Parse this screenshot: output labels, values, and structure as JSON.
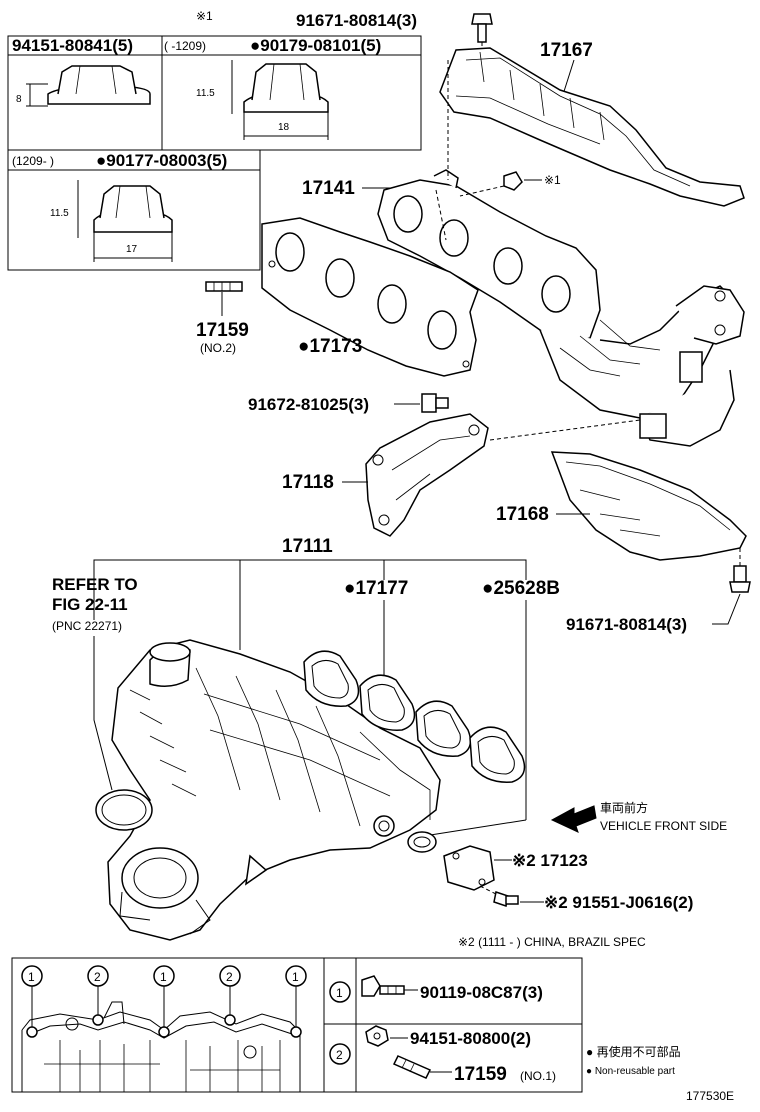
{
  "labels": {
    "bolt_top": "91671-80814(3)",
    "ref1": "※1",
    "heat_insulator_upper": "17167",
    "nut_box1_title": "94151-80841(5)",
    "nut_box2_range": "(      -1209)",
    "nut_box2_part": "●90179-08101(5)",
    "nut_box3_range": "(1209-        )",
    "nut_box3_part": "●90177-08003(5)",
    "dim_8": "8",
    "dim_11_5_a": "11.5",
    "dim_18": "18",
    "dim_11_5_b": "11.5",
    "dim_17": "17",
    "manifold": "17141",
    "nut_ref": "※1",
    "stud_17159": "17159",
    "stud_no2": "(NO.2)",
    "gasket_17173": "●17173",
    "bolt_91672": "91672-81025(3)",
    "stay_17118": "17118",
    "insulator_17168": "17168",
    "bolt_bottom": "91671-80814(3)",
    "intake_17111": "17111",
    "refer_to": "REFER TO",
    "fig": "FIG 22-11",
    "pnc": "(PNC 22271)",
    "gasket_17177": "●17177",
    "gasket_25628b": "●25628B",
    "front_jp": "車両前方",
    "front_en": "VEHICLE FRONT SIDE",
    "cover_17123": "※2 17123",
    "bolt_91551": "※2 91551-J0616(2)",
    "note_ref2": "※2 (1111 -          ) CHINA, BRAZIL SPEC",
    "legend_1_num": "1",
    "legend_1_part": "90119-08C87(3)",
    "legend_2_num": "2",
    "legend_2_part": "94151-80800(2)",
    "legend_stud": "17159",
    "legend_stud_no": "(NO.1)",
    "nonreusable_jp": "● 再使用不可部品",
    "nonreusable_en": "● Non-reusable part",
    "figure_id": "177530E"
  },
  "callouts": [
    "1",
    "2",
    "1",
    "2",
    "1"
  ]
}
